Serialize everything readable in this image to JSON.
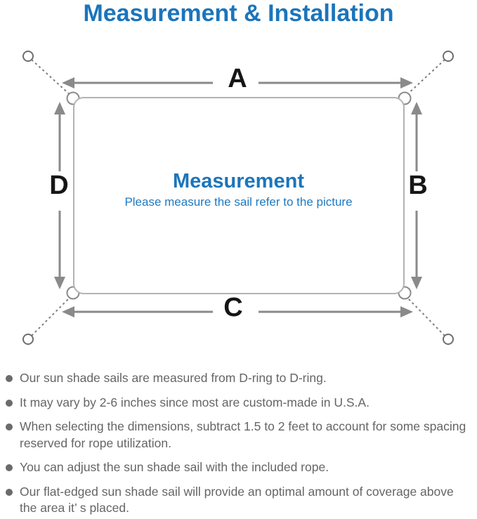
{
  "title": "Measurement & Installation",
  "colors": {
    "accent_blue": "#1b75bb",
    "subtitle_blue": "#1e7ac2",
    "arrow_gray": "#8a8a8a",
    "sail_border_gray": "#b3b3b3",
    "body_text_gray": "#656565",
    "label_black": "#161616"
  },
  "diagram": {
    "labels": {
      "top": "A",
      "right": "B",
      "bottom": "C",
      "left": "D"
    },
    "center_heading": "Measurement",
    "center_subtitle": "Please measure the sail refer to the picture"
  },
  "notes": {
    "items": [
      "Our sun shade sails are measured from D-ring to D-ring.",
      "It may vary by 2-6 inches since most are custom-made in U.S.A.",
      "When selecting the dimensions, subtract 1.5 to 2 feet to account for some spacing reserved for rope utilization.",
      "You can adjust the sun shade sail with the included rope.",
      "Our flat-edged sun shade sail will provide an optimal amount of coverage above the area it’ s placed."
    ]
  }
}
